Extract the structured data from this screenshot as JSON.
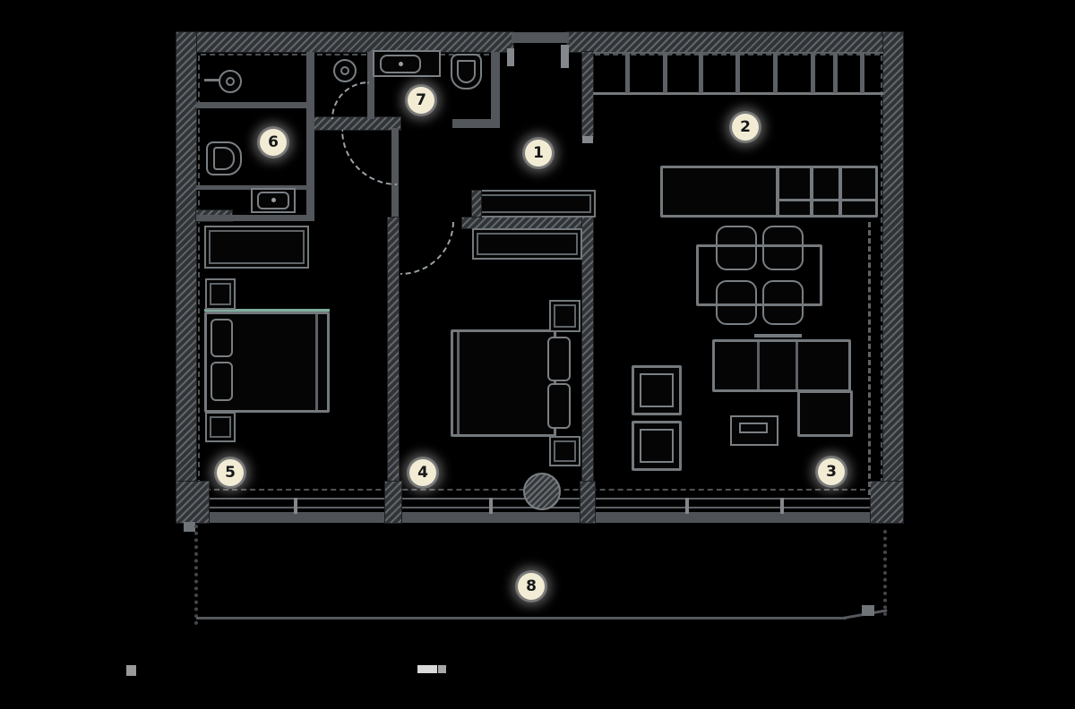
{
  "plan": {
    "type": "apartment-floor-plan",
    "badges": [
      {
        "number": "1"
      },
      {
        "number": "2"
      },
      {
        "number": "3"
      },
      {
        "number": "4"
      },
      {
        "number": "5"
      },
      {
        "number": "6"
      },
      {
        "number": "7"
      },
      {
        "number": "8"
      }
    ],
    "colors": {
      "background": "#000000",
      "wall_hatch_light": "#61656a",
      "wall_hatch_dark": "#303437",
      "interior_wall": "#53575b",
      "furniture_line": "#74797d",
      "badge_bg": "#f2ecd4",
      "badge_text": "#17181a",
      "accent_teal": "#7fae9f"
    }
  }
}
